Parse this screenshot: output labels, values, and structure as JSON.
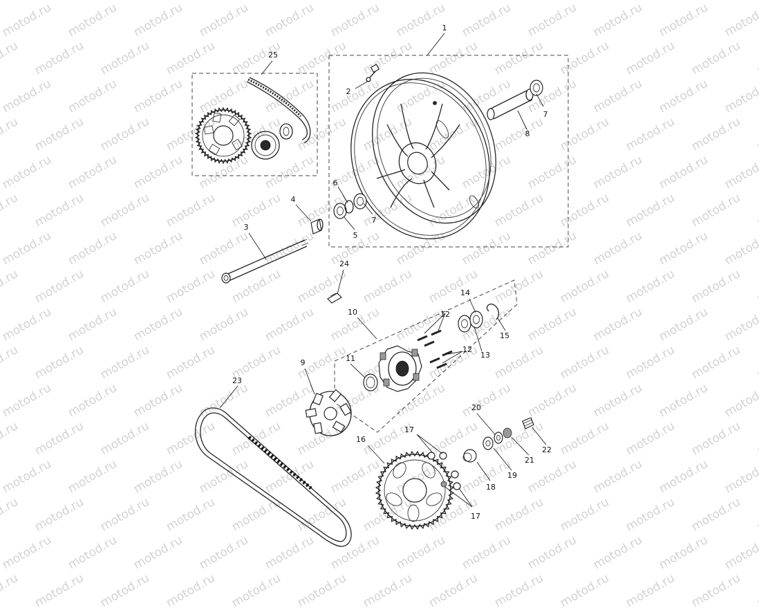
{
  "watermark_text": "motod.ru",
  "callouts": [
    {
      "id": "1",
      "text": "1"
    },
    {
      "id": "2",
      "text": "2"
    },
    {
      "id": "3",
      "text": "3"
    },
    {
      "id": "4",
      "text": "4"
    },
    {
      "id": "5",
      "text": "5"
    },
    {
      "id": "6",
      "text": "6"
    },
    {
      "id": "7a",
      "text": "7"
    },
    {
      "id": "7b",
      "text": "7"
    },
    {
      "id": "8",
      "text": "8"
    },
    {
      "id": "9",
      "text": "9"
    },
    {
      "id": "10",
      "text": "10"
    },
    {
      "id": "11",
      "text": "11"
    },
    {
      "id": "12a",
      "text": "12"
    },
    {
      "id": "12b",
      "text": "12"
    },
    {
      "id": "13",
      "text": "13"
    },
    {
      "id": "14",
      "text": "14"
    },
    {
      "id": "15",
      "text": "15"
    },
    {
      "id": "16",
      "text": "16"
    },
    {
      "id": "17a",
      "text": "17"
    },
    {
      "id": "17b",
      "text": "17"
    },
    {
      "id": "18",
      "text": "18"
    },
    {
      "id": "19",
      "text": "19"
    },
    {
      "id": "20",
      "text": "20"
    },
    {
      "id": "21",
      "text": "21"
    },
    {
      "id": "22",
      "text": "22"
    },
    {
      "id": "23",
      "text": "23"
    },
    {
      "id": "24",
      "text": "24"
    },
    {
      "id": "25",
      "text": "25"
    }
  ]
}
